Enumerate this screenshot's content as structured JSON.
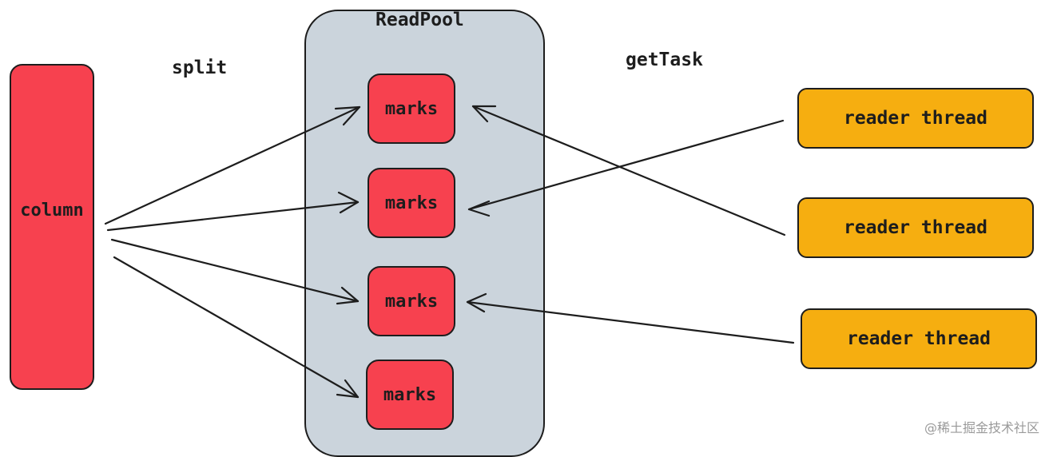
{
  "column": {
    "label": "column"
  },
  "pool": {
    "title": "ReadPool",
    "items": [
      {
        "label": "marks"
      },
      {
        "label": "marks"
      },
      {
        "label": "marks"
      },
      {
        "label": "marks"
      }
    ]
  },
  "labels": {
    "split": "split",
    "getTask": "getTask"
  },
  "readers": [
    {
      "label": "reader thread"
    },
    {
      "label": "reader thread"
    },
    {
      "label": "reader thread"
    }
  ],
  "watermark": "@稀土掘金技术社区",
  "colors": {
    "column": "#f7414f",
    "marks": "#f7414f",
    "pool": "#cbd4dc",
    "reader": "#f6ae10",
    "stroke": "#1d1d1d"
  }
}
